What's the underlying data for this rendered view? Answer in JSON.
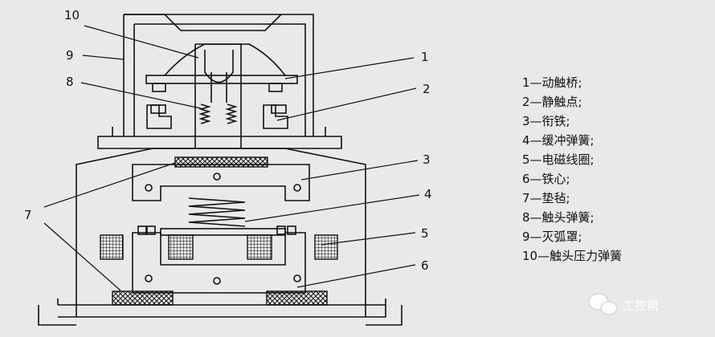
{
  "colors": {
    "background": "#e9e9e9",
    "line": "#111111",
    "watermark": "#ffffff"
  },
  "callouts": [
    "10",
    "9",
    "8",
    "1",
    "2",
    "3",
    "4",
    "7",
    "5",
    "6"
  ],
  "legend": [
    "1—动触桥;",
    "2—静触点;",
    "3—衔铁;",
    "4—缓冲弹簧;",
    "5—电磁线圈;",
    "6—铁心;",
    "7—垫毡;",
    "8—触头弹簧;",
    "9—灭弧罩;",
    "10—触头压力弹簧"
  ],
  "watermark": {
    "text": "工控帮",
    "icon": "wechat-icon"
  }
}
